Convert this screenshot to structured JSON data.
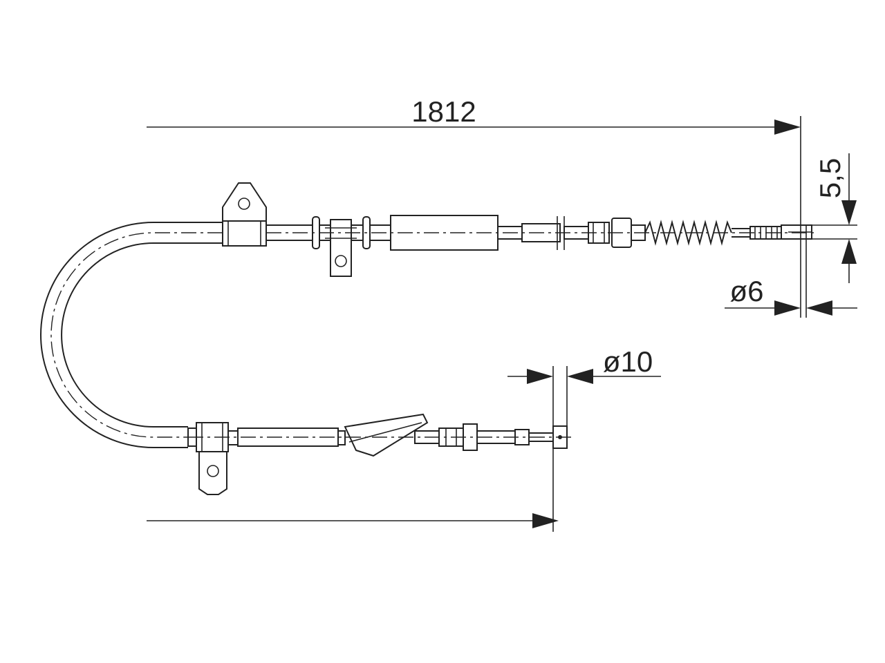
{
  "dimensions": {
    "length": "1812",
    "end_fitting_height": "5,5",
    "end_fitting_diameter": "ø6",
    "start_fitting_diameter": "ø10"
  }
}
